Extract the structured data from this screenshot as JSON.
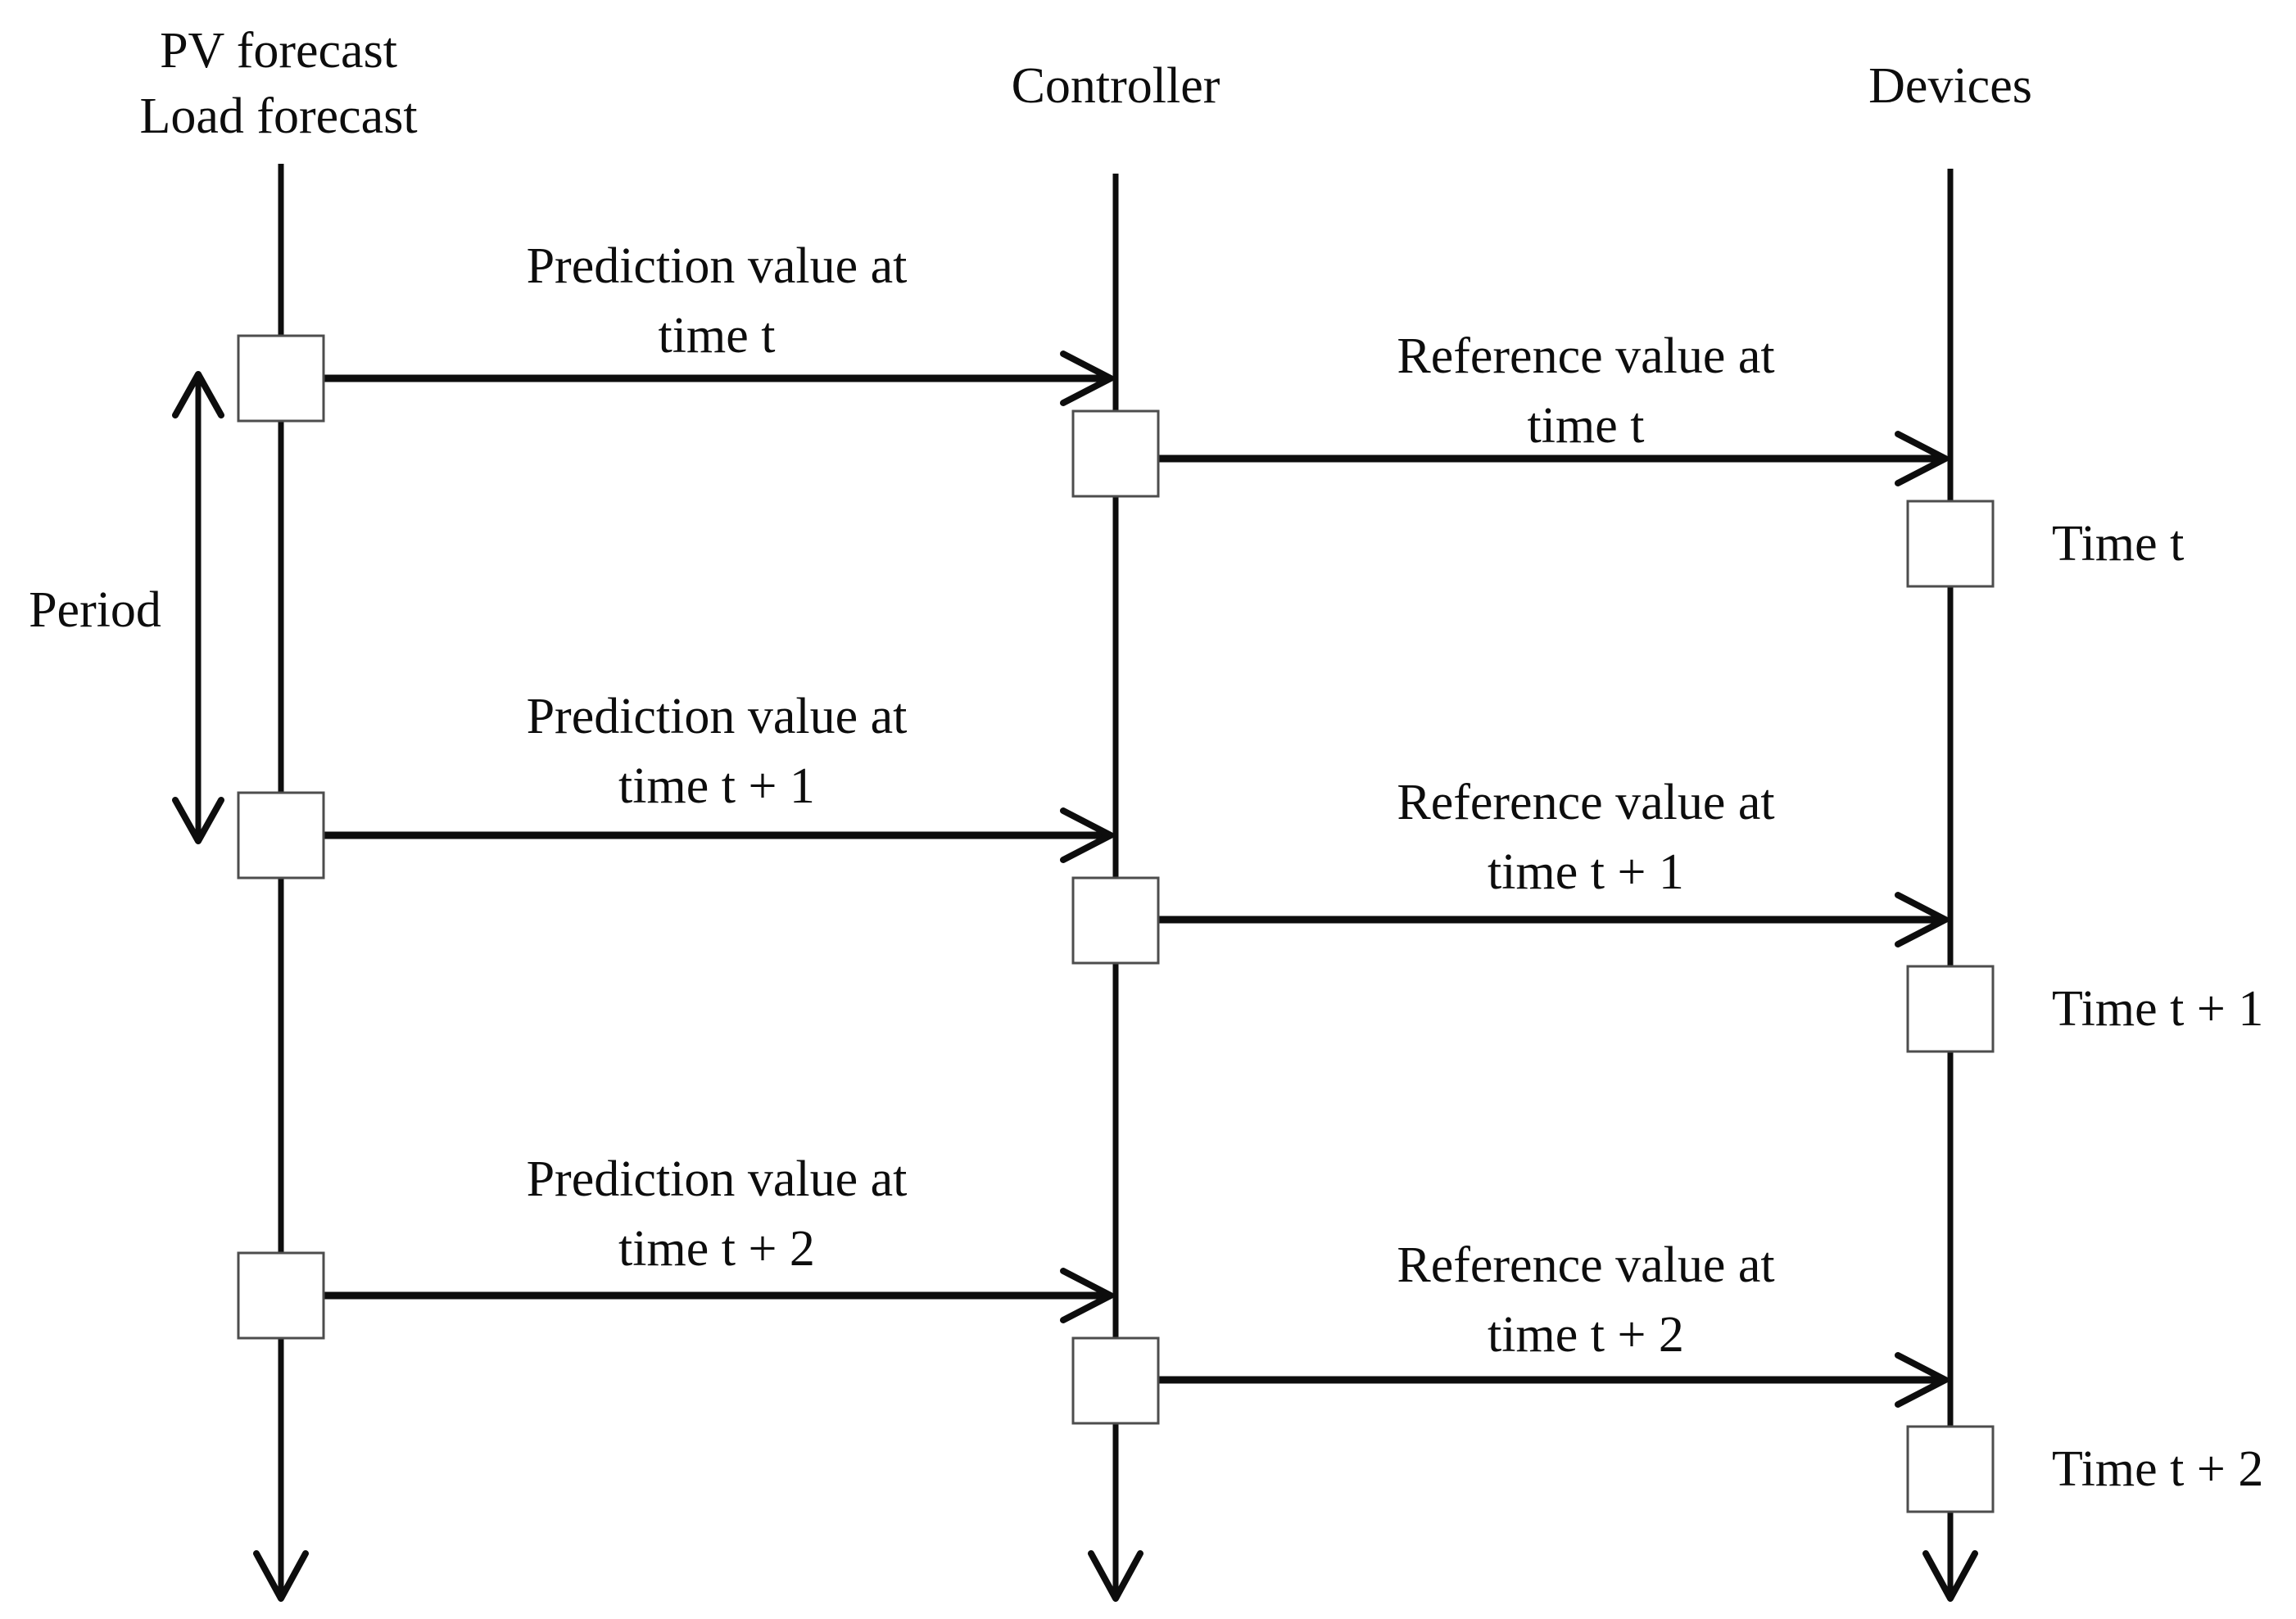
{
  "figure": {
    "colors": {
      "ink": "#0d0d0d",
      "background": "#ffffff",
      "box_border": "#4d4d4d"
    }
  },
  "actors": [
    {
      "id": "pv-load-forecast",
      "label_lines": [
        "PV forecast",
        "Load forecast"
      ]
    },
    {
      "id": "controller",
      "label_lines": [
        "Controller"
      ]
    },
    {
      "id": "devices",
      "label_lines": [
        "Devices"
      ]
    }
  ],
  "period": {
    "label": "Period"
  },
  "messages": [
    {
      "from": "pv-load-forecast",
      "to": "controller",
      "label_lines": [
        "Prediction value at",
        "time t"
      ]
    },
    {
      "from": "controller",
      "to": "devices",
      "label_lines": [
        "Reference value at",
        "time t"
      ]
    },
    {
      "from": "pv-load-forecast",
      "to": "controller",
      "label_lines": [
        "Prediction value at",
        "time t + 1"
      ]
    },
    {
      "from": "controller",
      "to": "devices",
      "label_lines": [
        "Reference value at",
        "time t + 1"
      ]
    },
    {
      "from": "pv-load-forecast",
      "to": "controller",
      "label_lines": [
        "Prediction value at",
        "time t + 2"
      ]
    },
    {
      "from": "controller",
      "to": "devices",
      "label_lines": [
        "Reference value at",
        "time t + 2"
      ]
    }
  ],
  "time_markers": [
    {
      "label": "Time t"
    },
    {
      "label": "Time t + 1"
    },
    {
      "label": "Time t + 2"
    }
  ]
}
